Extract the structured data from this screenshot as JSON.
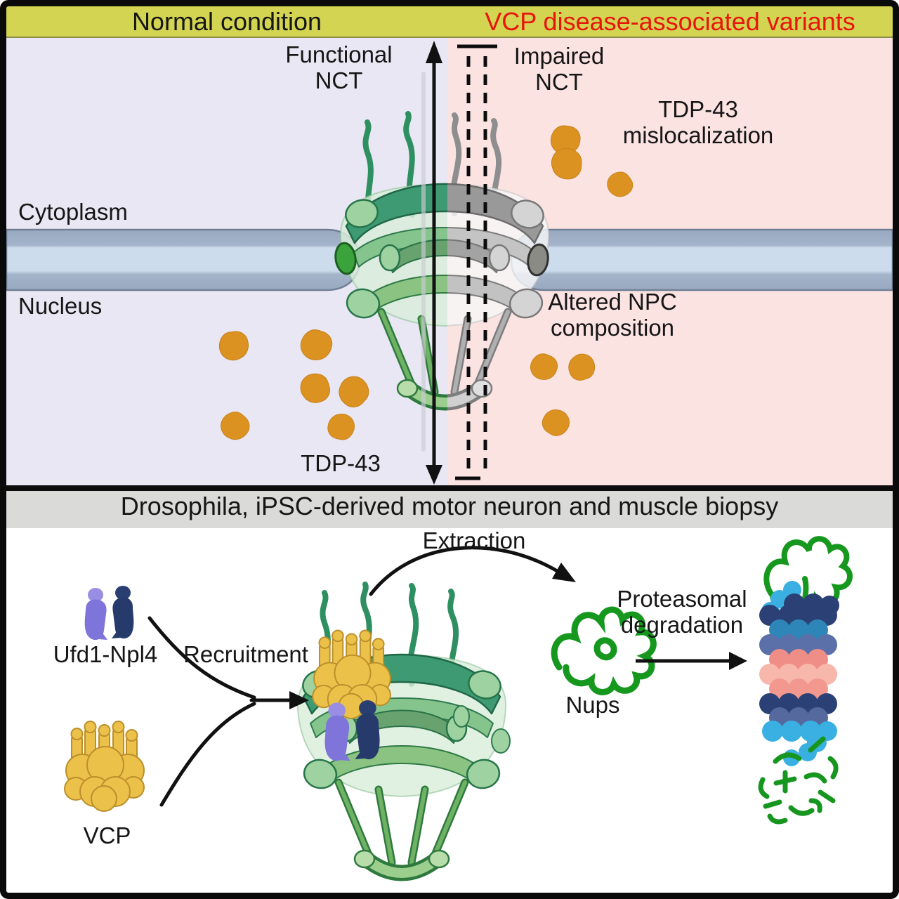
{
  "top_panel": {
    "header": {
      "left_label": "Normal condition",
      "right_label": "VCP disease-associated variants"
    },
    "labels": {
      "functional_nct": "Functional NCT",
      "impaired_nct": "Impaired NCT",
      "tdp43_mislocalization": "TDP-43 mislocalization",
      "cytoplasm": "Cytoplasm",
      "nucleus": "Nucleus",
      "altered_npc": "Altered NPC composition",
      "tdp43": "TDP-43"
    }
  },
  "bottom_panel": {
    "title": "Drosophila, iPSC-derived motor neuron and muscle biopsy",
    "labels": {
      "extraction": "Extraction",
      "ufd1_npl4": "Ufd1-Npl4",
      "recruitment": "Recruitment",
      "vcp": "VCP",
      "nups": "Nups",
      "proteasomal_degradation": "Proteasomal degradation"
    }
  },
  "palette": {
    "header_bar": "#d2d452",
    "header_left_text": "#161616",
    "header_right_text": "#e8150b",
    "normal_bg": "#e9e7f3",
    "disease_bg": "#fbe3e2",
    "section_bar_bg": "#dadad8",
    "membrane_outer": "#98a9c0",
    "membrane_inner": "#cddcec",
    "npc_green_dark": "#3e9a72",
    "npc_green_mid": "#86c48d",
    "npc_green_pale": "#d9eedb",
    "npc_gray_note": "gray half = desaturated green",
    "tdp43_orange": "#dc9220",
    "vcp_yellow": "#ecc14a",
    "ufd1_purple": "#7e74da",
    "npl4_navy": "#263a6b",
    "nups_green": "#16981f",
    "proteasome_navy": "#2b4176",
    "proteasome_blue": "#2e86b8",
    "proteasome_slate": "#5b6fa8",
    "proteasome_salmon": "#ef8e86",
    "proteasome_pink": "#f8b7ab",
    "proteasome_cyan": "#3ab0e2"
  },
  "icons": {
    "npc": "nuclear-pore-complex-illustration",
    "vcp": "vcp-hexamer-icon",
    "ufd1_npl4": "ufd1-npl4-dimer-icon",
    "nups": "nups-squiggle-icon",
    "proteasome": "proteasome-barrel-icon",
    "tdp43": "tdp43-aggregate-icon"
  }
}
